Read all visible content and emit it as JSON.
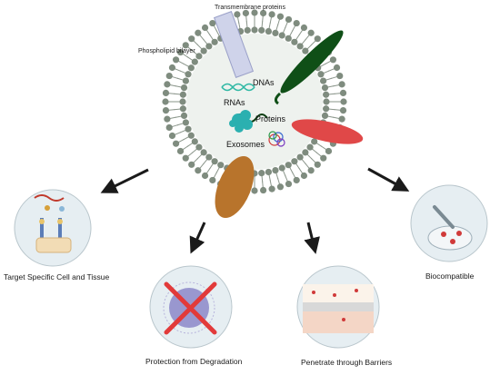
{
  "labels": {
    "transmembrane": "Transmembrane proteins",
    "phospholipid": "Phospholipid bilayer",
    "dnas": "DNAs",
    "rnas": "RNAs",
    "proteins": "Proteins",
    "exosomes": "Exosomes"
  },
  "properties": [
    "Target Specific Cell and Tissue",
    "Protection from Degradation",
    "Penetrate through Barriers",
    "Biocompatible"
  ],
  "colors": {
    "lipid_head": "#7f8c7f",
    "membrane_inner": "#eef2ee",
    "dna": "#2fb8a4",
    "rna": "#0c3d12",
    "protein": "#2bb0b0",
    "red_protein": "#e04848",
    "brown_protein": "#b8742c",
    "transmembrane": "#cfd3ea",
    "panel_bg": "#e6eef2"
  }
}
